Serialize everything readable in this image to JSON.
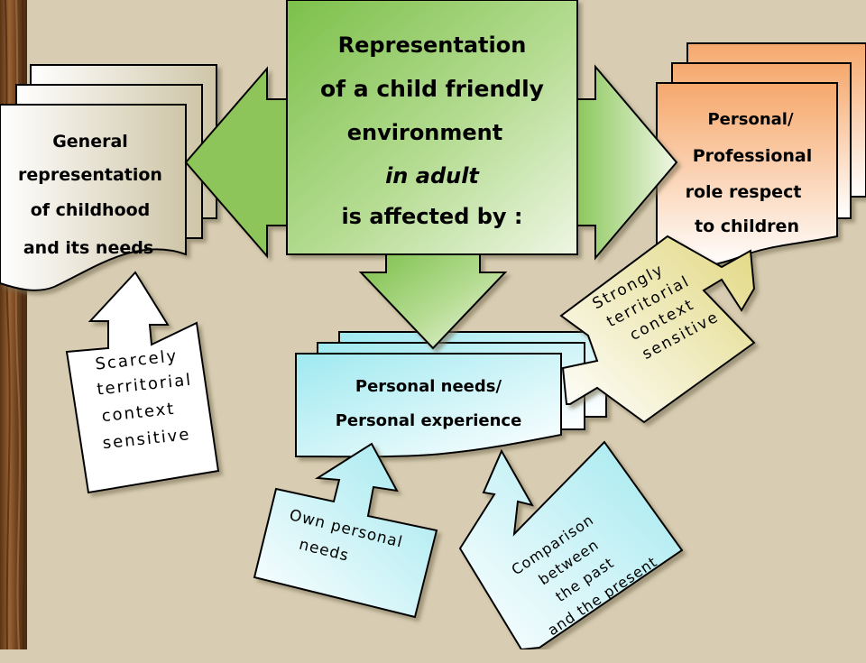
{
  "central": {
    "line1": "Representation",
    "line2": "of a child friendly",
    "line3": "environment",
    "line4": "in adult",
    "line5": "is affected by :"
  },
  "left_box": {
    "line1": "General",
    "line2": "representation",
    "line3": "of childhood",
    "line4": "and its needs"
  },
  "right_box": {
    "line1": "Personal/",
    "line2": "Professional",
    "line3": "role  respect",
    "line4": "to children"
  },
  "bottom_box": {
    "line1": "Personal needs/",
    "line2": "Personal experience"
  },
  "callout_left": {
    "line1": "Scarcely",
    "line2": "territorial",
    "line3": "context",
    "line4": "sensitive"
  },
  "callout_right": {
    "line1": "Strongly",
    "line2": "territorial",
    "line3": "context",
    "line4": "sensitive"
  },
  "callout_own": {
    "line1": "Own personal",
    "line2": "needs"
  },
  "callout_compare": {
    "line1": "Comparison",
    "line2": "between",
    "line3": "the past",
    "line4": "and the present"
  },
  "colors": {
    "background": "#d8cdb2",
    "wood": "#7a4a22",
    "green_arrow": "#8fc75f",
    "orange_box": "#f7b37c",
    "cyan_box": "#a6ecf2",
    "cream_callout": "#ece4a4"
  }
}
